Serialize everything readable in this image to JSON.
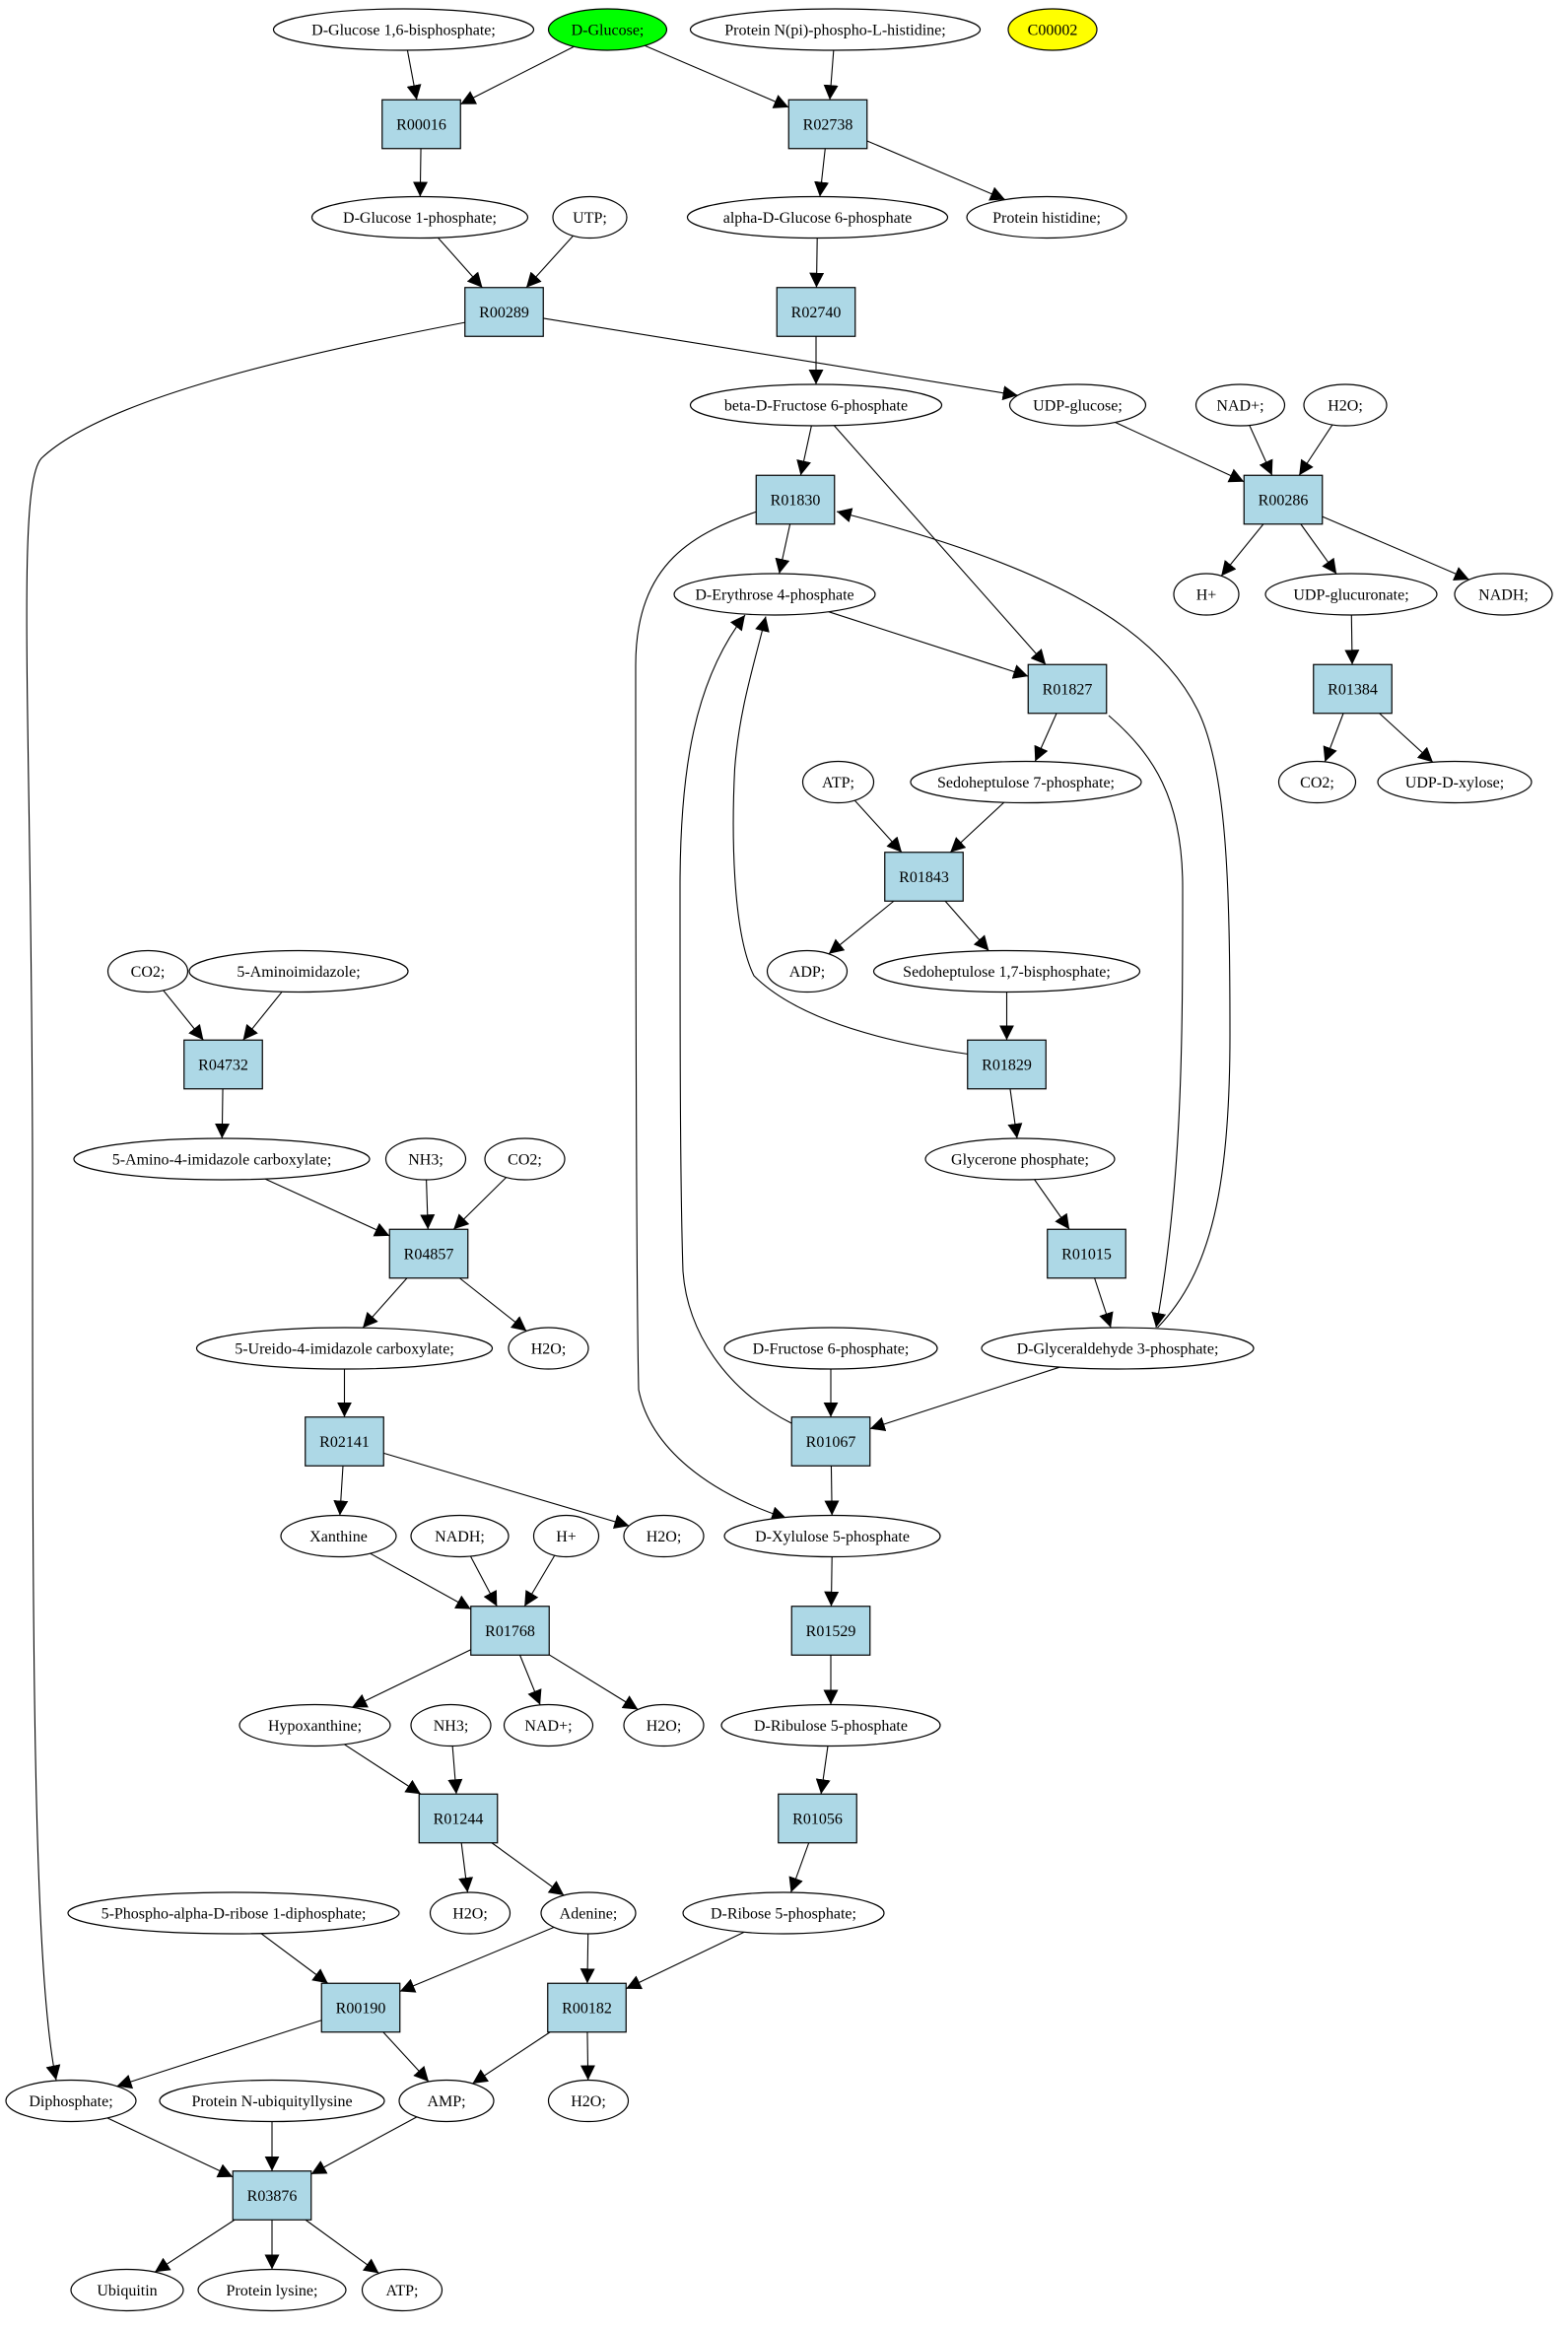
{
  "colors": {
    "reaction_fill": "#add8e6",
    "compound_fill": "#ffffff",
    "highlight_green": "#00ff00",
    "highlight_yellow": "#ffff00",
    "stroke": "#000000"
  },
  "compounds": {
    "glc16bp": {
      "label": "D-Glucose 1,6-bisphosphate;"
    },
    "glc": {
      "label": "D-Glucose;",
      "fill": "#00ff00"
    },
    "protnhis": {
      "label": "Protein N(pi)-phospho-L-histidine;"
    },
    "c00002": {
      "label": "C00002",
      "fill": "#ffff00"
    },
    "glc1p": {
      "label": "D-Glucose 1-phosphate;"
    },
    "utp": {
      "label": "UTP;"
    },
    "ag6p": {
      "label": "alpha-D-Glucose 6-phosphate"
    },
    "prothis": {
      "label": "Protein histidine;"
    },
    "bf6p": {
      "label": "beta-D-Fructose 6-phosphate"
    },
    "udpglc": {
      "label": "UDP-glucose;"
    },
    "nad1": {
      "label": "NAD+;"
    },
    "h2o_a": {
      "label": "H2O;"
    },
    "e4p": {
      "label": "D-Erythrose 4-phosphate"
    },
    "h_a": {
      "label": "H+"
    },
    "udpgluc": {
      "label": "UDP-glucuronate;"
    },
    "nadh_a": {
      "label": "NADH;"
    },
    "atp_a": {
      "label": "ATP;"
    },
    "s7p": {
      "label": "Sedoheptulose 7-phosphate;"
    },
    "co2_a": {
      "label": "CO2;"
    },
    "udpxyl": {
      "label": "UDP-D-xylose;"
    },
    "co2_b": {
      "label": "CO2;"
    },
    "aimid": {
      "label": "5-Aminoimidazole;"
    },
    "adp": {
      "label": "ADP;"
    },
    "s17bp": {
      "label": "Sedoheptulose 1,7-bisphosphate;"
    },
    "aicarb": {
      "label": "5-Amino-4-imidazole carboxylate;"
    },
    "nh3_a": {
      "label": "NH3;"
    },
    "co2_c": {
      "label": "CO2;"
    },
    "dhap": {
      "label": "Glycerone phosphate;"
    },
    "uicarb": {
      "label": "5-Ureido-4-imidazole carboxylate;"
    },
    "h2o_b": {
      "label": "H2O;"
    },
    "f6p": {
      "label": "D-Fructose 6-phosphate;"
    },
    "gap": {
      "label": "D-Glyceraldehyde 3-phosphate;"
    },
    "xan": {
      "label": "Xanthine"
    },
    "nadh_b": {
      "label": "NADH;"
    },
    "h_b": {
      "label": "H+"
    },
    "h2o_c": {
      "label": "H2O;"
    },
    "xu5p": {
      "label": "D-Xylulose 5-phosphate"
    },
    "hyp": {
      "label": "Hypoxanthine;"
    },
    "nh3_b": {
      "label": "NH3;"
    },
    "nad2": {
      "label": "NAD+;"
    },
    "h2o_d": {
      "label": "H2O;"
    },
    "ru5p": {
      "label": "D-Ribulose 5-phosphate"
    },
    "h2o_e": {
      "label": "H2O;"
    },
    "ade": {
      "label": "Adenine;"
    },
    "prpp": {
      "label": "5-Phospho-alpha-D-ribose 1-diphosphate;"
    },
    "r5p": {
      "label": "D-Ribose 5-phosphate;"
    },
    "ppi": {
      "label": "Diphosphate;"
    },
    "protub": {
      "label": "Protein N-ubiquityllysine"
    },
    "amp": {
      "label": "AMP;"
    },
    "h2o_f": {
      "label": "H2O;"
    },
    "ubq": {
      "label": "Ubiquitin"
    },
    "protlys": {
      "label": "Protein lysine;"
    },
    "atp_b": {
      "label": "ATP;"
    }
  },
  "reactions": {
    "R00016": {
      "label": "R00016"
    },
    "R02738": {
      "label": "R02738"
    },
    "R00289": {
      "label": "R00289"
    },
    "R02740": {
      "label": "R02740"
    },
    "R01830": {
      "label": "R01830"
    },
    "R00286": {
      "label": "R00286"
    },
    "R01827": {
      "label": "R01827"
    },
    "R01384": {
      "label": "R01384"
    },
    "R01843": {
      "label": "R01843"
    },
    "R04732": {
      "label": "R04732"
    },
    "R01829": {
      "label": "R01829"
    },
    "R04857": {
      "label": "R04857"
    },
    "R01015": {
      "label": "R01015"
    },
    "R02141": {
      "label": "R02141"
    },
    "R01067": {
      "label": "R01067"
    },
    "R01768": {
      "label": "R01768"
    },
    "R01529": {
      "label": "R01529"
    },
    "R01244": {
      "label": "R01244"
    },
    "R01056": {
      "label": "R01056"
    },
    "R00190": {
      "label": "R00190"
    },
    "R00182": {
      "label": "R00182"
    },
    "R03876": {
      "label": "R03876"
    }
  },
  "edges": [
    [
      "glc16bp",
      "R00016"
    ],
    [
      "glc",
      "R00016"
    ],
    [
      "glc",
      "R02738"
    ],
    [
      "protnhis",
      "R02738"
    ],
    [
      "R00016",
      "glc1p"
    ],
    [
      "R02738",
      "ag6p"
    ],
    [
      "R02738",
      "prothis"
    ],
    [
      "glc1p",
      "R00289"
    ],
    [
      "utp",
      "R00289"
    ],
    [
      "ag6p",
      "R02740"
    ],
    [
      "R00289",
      "udpglc"
    ],
    [
      "R00289",
      "ppi"
    ],
    [
      "R02740",
      "bf6p"
    ],
    [
      "bf6p",
      "R01830"
    ],
    [
      "bf6p",
      "R01827"
    ],
    [
      "udpglc",
      "R00286"
    ],
    [
      "nad1",
      "R00286"
    ],
    [
      "h2o_a",
      "R00286"
    ],
    [
      "R01830",
      "e4p"
    ],
    [
      "R01830",
      "xu5p"
    ],
    [
      "R00286",
      "h_a"
    ],
    [
      "R00286",
      "udpgluc"
    ],
    [
      "R00286",
      "nadh_a"
    ],
    [
      "e4p",
      "R01827"
    ],
    [
      "udpgluc",
      "R01384"
    ],
    [
      "R01827",
      "s7p"
    ],
    [
      "R01827",
      "gap"
    ],
    [
      "R01384",
      "co2_a"
    ],
    [
      "R01384",
      "udpxyl"
    ],
    [
      "atp_a",
      "R01843"
    ],
    [
      "s7p",
      "R01843"
    ],
    [
      "R01843",
      "adp"
    ],
    [
      "R01843",
      "s17bp"
    ],
    [
      "s17bp",
      "R01829"
    ],
    [
      "R01829",
      "e4p"
    ],
    [
      "R01829",
      "dhap"
    ],
    [
      "dhap",
      "R01015"
    ],
    [
      "R01015",
      "gap"
    ],
    [
      "gap",
      "R01830"
    ],
    [
      "co2_b",
      "R04732"
    ],
    [
      "aimid",
      "R04732"
    ],
    [
      "R04732",
      "aicarb"
    ],
    [
      "aicarb",
      "R04857"
    ],
    [
      "nh3_a",
      "R04857"
    ],
    [
      "co2_c",
      "R04857"
    ],
    [
      "R04857",
      "uicarb"
    ],
    [
      "R04857",
      "h2o_b"
    ],
    [
      "uicarb",
      "R02141"
    ],
    [
      "R02141",
      "xan"
    ],
    [
      "R02141",
      "h2o_c"
    ],
    [
      "f6p",
      "R01067"
    ],
    [
      "gap",
      "R01067"
    ],
    [
      "R01067",
      "e4p"
    ],
    [
      "R01067",
      "xu5p"
    ],
    [
      "xan",
      "R01768"
    ],
    [
      "nadh_b",
      "R01768"
    ],
    [
      "h_b",
      "R01768"
    ],
    [
      "R01768",
      "hyp"
    ],
    [
      "R01768",
      "nad2"
    ],
    [
      "R01768",
      "h2o_d"
    ],
    [
      "xu5p",
      "R01529"
    ],
    [
      "R01529",
      "ru5p"
    ],
    [
      "hyp",
      "R01244"
    ],
    [
      "nh3_b",
      "R01244"
    ],
    [
      "R01244",
      "h2o_e"
    ],
    [
      "R01244",
      "ade"
    ],
    [
      "ru5p",
      "R01056"
    ],
    [
      "R01056",
      "r5p"
    ],
    [
      "prpp",
      "R00190"
    ],
    [
      "ade",
      "R00190"
    ],
    [
      "ade",
      "R00182"
    ],
    [
      "r5p",
      "R00182"
    ],
    [
      "R00190",
      "ppi"
    ],
    [
      "R00190",
      "amp"
    ],
    [
      "R00182",
      "amp"
    ],
    [
      "R00182",
      "h2o_f"
    ],
    [
      "ppi",
      "R03876"
    ],
    [
      "protub",
      "R03876"
    ],
    [
      "amp",
      "R03876"
    ],
    [
      "R03876",
      "ubq"
    ],
    [
      "R03876",
      "protlys"
    ],
    [
      "R03876",
      "atp_b"
    ]
  ]
}
